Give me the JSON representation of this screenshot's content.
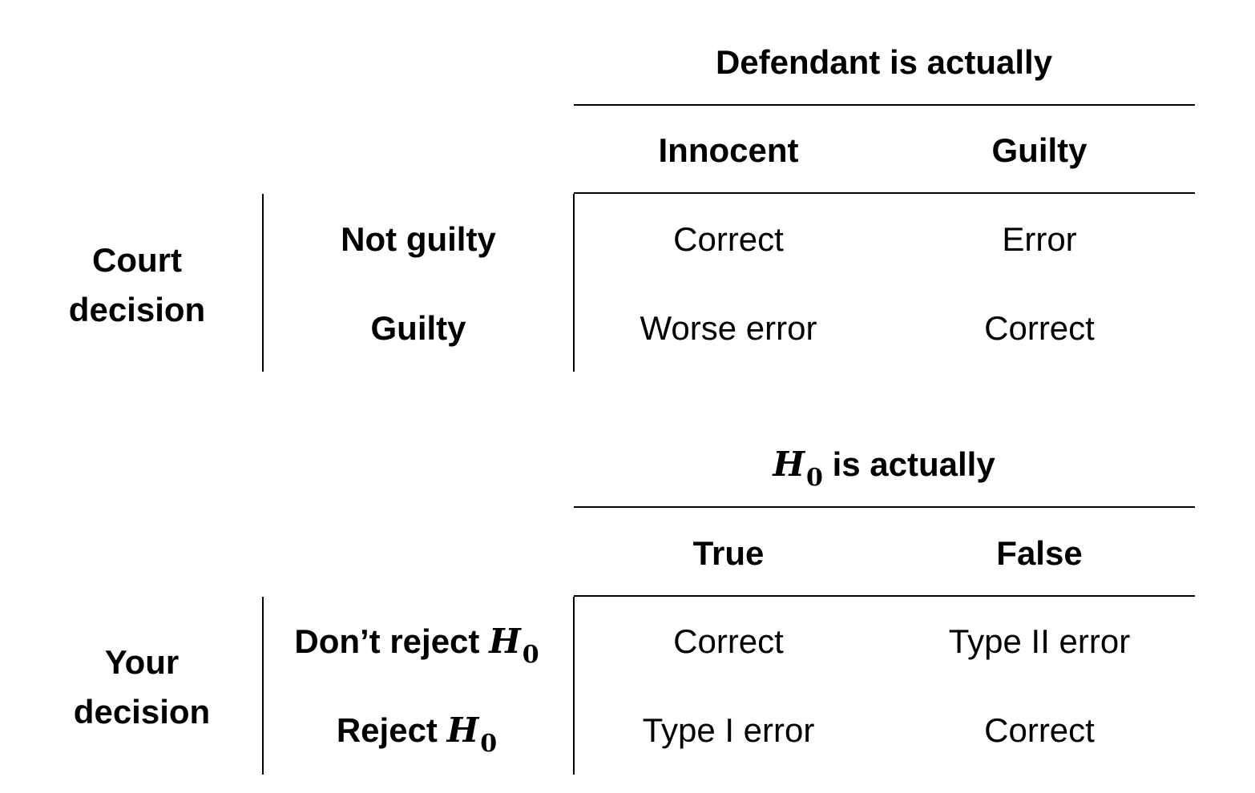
{
  "table1": {
    "col_group_title": "Defendant is actually",
    "col_headers": [
      "Innocent",
      "Guilty"
    ],
    "row_group_title": [
      "Court",
      "decision"
    ],
    "row_headers": [
      "Not guilty",
      "Guilty"
    ],
    "cells": [
      [
        "Correct",
        "Error"
      ],
      [
        "Worse error",
        "Correct"
      ]
    ]
  },
  "table2": {
    "col_group_symbol": "H",
    "col_group_subscript": "0",
    "col_group_suffix": "is actually",
    "col_headers": [
      "True",
      "False"
    ],
    "row_group_title": [
      "Your",
      "decision"
    ],
    "row_headers": [
      {
        "text": "Don’t reject",
        "symbol": "H",
        "subscript": "0"
      },
      {
        "text": "Reject",
        "symbol": "H",
        "subscript": "0"
      }
    ],
    "cells": [
      [
        "Correct",
        "Type II error"
      ],
      [
        "Type I error",
        "Correct"
      ]
    ]
  }
}
